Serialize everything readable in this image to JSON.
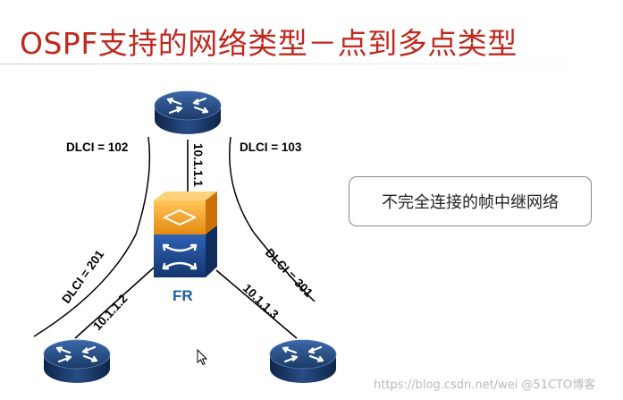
{
  "title": "OSPF支持的网络类型－点到多点类型",
  "diagram": {
    "labels": {
      "dlci_top_left": "DLCI = 102",
      "dlci_top_right": "DLCI = 103",
      "ip_top": "10.1.1.1",
      "dlci_left": "DLCI = 201",
      "dlci_right": "DLCI = 301",
      "ip_left": "10.1.1.2",
      "ip_right": "10.1.1.3",
      "fr": "FR"
    },
    "note": "不完全连接的帧中继网络",
    "colors": {
      "title": "#c0281e",
      "router_body": "#1d3f71",
      "switch_top": "#f5a623",
      "switch_bottom": "#1f4e96",
      "fr_label": "#1f5fa8"
    },
    "icons": [
      "router-icon",
      "frame-relay-switch-icon",
      "cursor-icon"
    ]
  },
  "watermark": "https://blog.csdn.net/wei @51CTO博客"
}
